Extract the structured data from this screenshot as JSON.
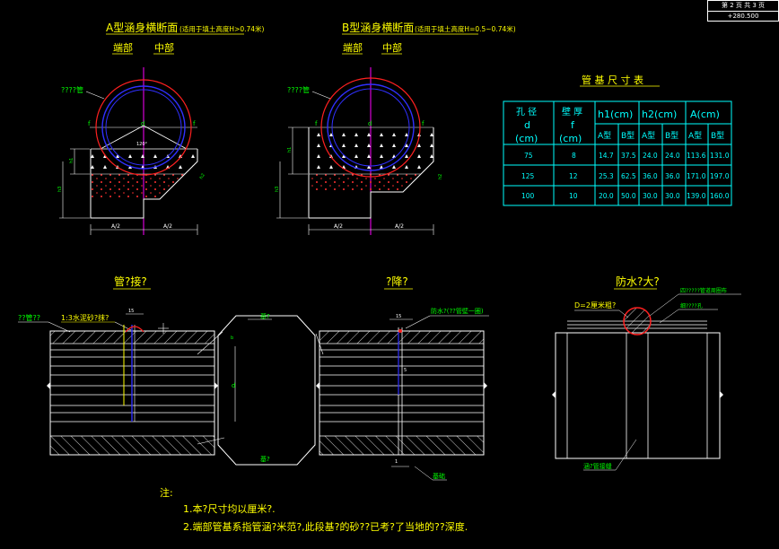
{
  "title_block": {
    "sheet": "第 2 页  共 3 页",
    "code": "+280.500"
  },
  "section_a": {
    "title": "A型涵身横断面",
    "subtitle": "(适用于填土高度H>0.74米)",
    "label_end": "端部",
    "label_mid": "中部",
    "pipe_label": "????管",
    "f_left": "f",
    "f_right": "f",
    "d_label": "d",
    "angle_label": "120°",
    "dim_h1": "h1",
    "dim_h2": "h2",
    "dim_total": "h3",
    "half_left": "A/2",
    "half_right": "A/2"
  },
  "section_b": {
    "title": "B型涵身横断面",
    "subtitle": "(适用于填土高度H=0.5~0.74米)",
    "label_end": "端部",
    "label_mid": "中部",
    "pipe_label": "????管",
    "f_left": "f",
    "f_right": "f",
    "d_label": "d",
    "dim_h1": "h1",
    "dim_h2": "h2",
    "dim_total": "h3",
    "half_left": "A/2",
    "half_right": "A/2"
  },
  "table": {
    "title": "管 基 尺 寸 表",
    "headers": {
      "col1_top": "孔 径",
      "col1_mid": "d",
      "col1_bot": "(cm)",
      "col2_top": "壁 厚",
      "col2_mid": "f",
      "col2_bot": "(cm)",
      "h1": "h1(cm)",
      "h2": "h2(cm)",
      "a": "A(cm)",
      "a_type": "A型",
      "b_type": "B型"
    },
    "rows": [
      {
        "d": "75",
        "f": "8",
        "h1a": "14.7",
        "h1b": "37.5",
        "h2a": "24.0",
        "h2b": "24.0",
        "aa": "113.6",
        "ab": "131.0"
      },
      {
        "d": "125",
        "f": "12",
        "h1a": "25.3",
        "h1b": "62.5",
        "h2a": "36.0",
        "h2b": "36.0",
        "aa": "171.0",
        "ab": "197.0"
      },
      {
        "d": "100",
        "f": "10",
        "h1a": "20.0",
        "h1b": "50.0",
        "h2a": "30.0",
        "h2b": "30.0",
        "aa": "139.0",
        "ab": "160.0"
      }
    ]
  },
  "joint_view": {
    "title": "管?接?",
    "label_pipe": "??管??",
    "label_note": "1:3水泥砂?抹?",
    "dim": "15",
    "mid_top": "基?",
    "mid_bot": "基?",
    "mid_d": "d",
    "mid_b": "b"
  },
  "settle_view": {
    "title": "?降?",
    "label_waterproof": "防水?(??管壁一圈)",
    "dim_top": "15",
    "dim_side": "5",
    "dim_gap": "1",
    "label_bottom": "基础"
  },
  "waterproof_view": {
    "title": "防水?大?",
    "label_d": "D=2厘米粗?",
    "label_r1": "四?????管道周圈布",
    "label_r2": "细????孔",
    "label_bottom": "涵?管接缝"
  },
  "notes": {
    "label": "注:",
    "n1": "1.本?尺寸均以厘米?.",
    "n2": "2.端部管基系指管涵?米范?,此段基?的砂??已考?了当地的??深度."
  },
  "colors": {
    "background": "#000000",
    "title": "#ffff00",
    "line": "#ffffff",
    "pipe_outer": "#ff0000",
    "pipe_inner": "#3030ff",
    "center": "#ff00ff",
    "label": "#00ff00",
    "table": "#00ffff",
    "hatch_red": "#ff0000"
  }
}
